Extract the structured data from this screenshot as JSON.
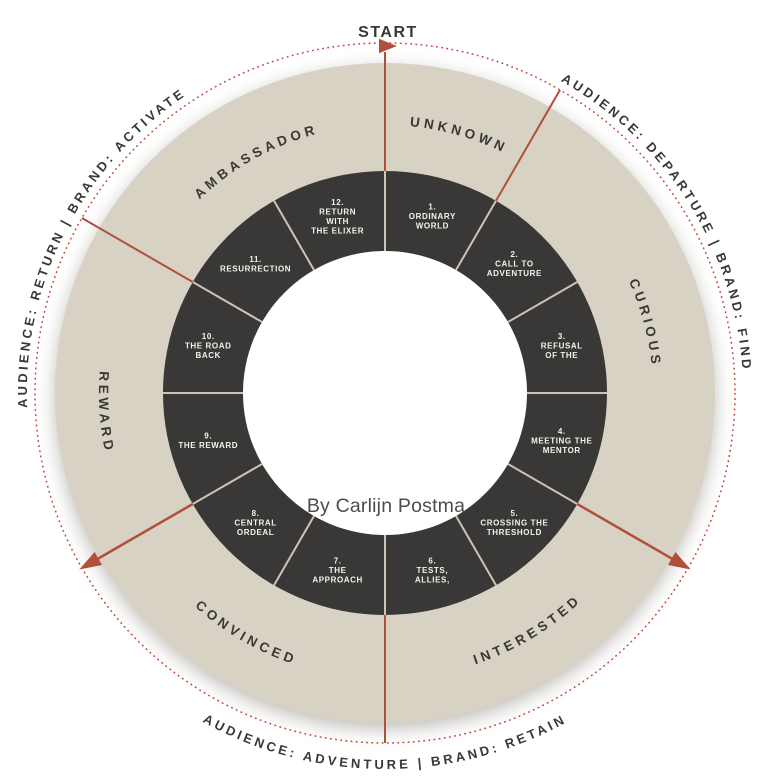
{
  "colors": {
    "beige": "#d7d2c4",
    "dark": "#3a3836",
    "red": "#b0503c",
    "dotred": "#c2473a",
    "divider": "#cbc5b7",
    "text-dark": "#3a3836",
    "segment-text": "#f4f2ee",
    "credit-col": "#4c4c4a"
  },
  "labels": {
    "start": "START",
    "credit": "By Carlijn Postma"
  },
  "sections": [
    {
      "label": "AUDIENCE: DEPARTURE | BRAND: FIND",
      "angle": 58,
      "dir": "cw",
      "boundary_angle": 0
    },
    {
      "label": "AUDIENCE: ADVENTURE | BRAND: RETAIN",
      "angle": 180,
      "dir": "ccw",
      "boundary_angle": 120
    },
    {
      "label": "AUDIENCE: RETURN | BRAND: ACTIVATE",
      "angle": 297,
      "dir": "cw",
      "boundary_angle": 240
    }
  ],
  "stages": [
    {
      "label": "UNKNOWN",
      "angle": 16,
      "dir": "cw"
    },
    {
      "label": "CURIOUS",
      "angle": 75,
      "dir": "cw"
    },
    {
      "label": "INTERESTED",
      "angle": 149,
      "dir": "ccw"
    },
    {
      "label": "CONVINCED",
      "angle": 210,
      "dir": "ccw"
    },
    {
      "label": "REWARD",
      "angle": 266,
      "dir": "ccw"
    },
    {
      "label": "AMBASSADOR",
      "angle": 331,
      "dir": "cw"
    }
  ],
  "stage_boundary_angles": [
    30,
    180,
    300
  ],
  "segments": [
    [
      "1.",
      "ORDINARY",
      "WORLD"
    ],
    [
      "2.",
      "CALL TO",
      "ADVENTURE"
    ],
    [
      "3.",
      "REFUSAL",
      "OF THE"
    ],
    [
      "4.",
      "MEETING THE",
      "MENTOR"
    ],
    [
      "5.",
      "CROSSING THE",
      "THRESHOLD"
    ],
    [
      "6.",
      "TESTS,",
      "ALLIES,"
    ],
    [
      "7.",
      "THE",
      "APPROACH"
    ],
    [
      "8.",
      "CENTRAL",
      "ORDEAL"
    ],
    [
      "9.",
      "THE REWARD"
    ],
    [
      "10.",
      "THE ROAD",
      "BACK"
    ],
    [
      "11.",
      "RESURRECTION"
    ],
    [
      "12.",
      "RETURN",
      "WITH",
      "THE ELIXER"
    ]
  ]
}
